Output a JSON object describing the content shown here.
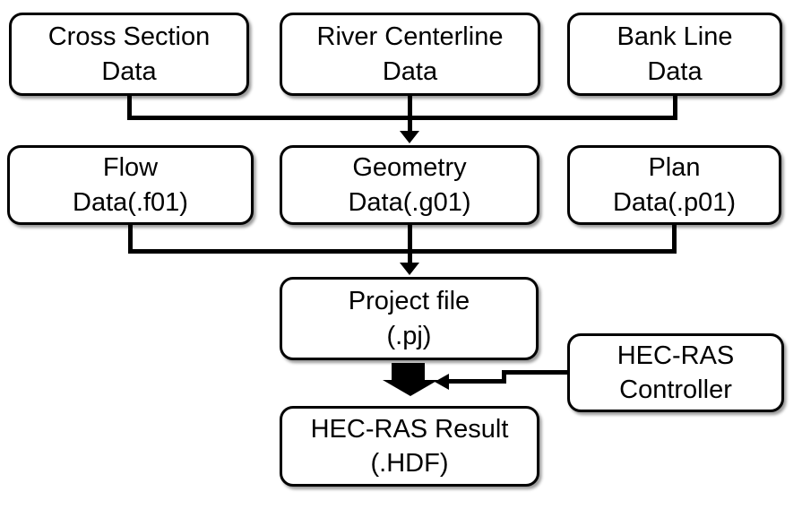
{
  "diagram": {
    "title": "HEC-RAS data flow diagram",
    "colors": {
      "background": "#ffffff",
      "node_fill": "#ffffff",
      "node_border": "#000000",
      "connector": "#000000",
      "text": "#000000"
    },
    "nodes": {
      "cross_section": {
        "line1": "Cross Section",
        "line2": "Data"
      },
      "river_centerline": {
        "line1": "River Centerline",
        "line2": "Data"
      },
      "bank_line": {
        "line1": "Bank Line",
        "line2": "Data"
      },
      "flow": {
        "line1": "Flow",
        "line2": "Data(.f01)"
      },
      "geometry": {
        "line1": "Geometry",
        "line2": "Data(.g01)"
      },
      "plan": {
        "line1": "Plan",
        "line2": "Data(.p01)"
      },
      "project": {
        "line1": "Project file",
        "line2": "(.pj)"
      },
      "controller": {
        "line1": "HEC-RAS",
        "line2": "Controller"
      },
      "result": {
        "line1": "HEC-RAS Result",
        "line2": "(.HDF)"
      }
    },
    "edges": [
      "cross_section -> geometry",
      "river_centerline -> geometry",
      "bank_line -> geometry",
      "flow -> project",
      "geometry -> project",
      "plan -> project",
      "project -> result",
      "controller -> project_result_arrow"
    ]
  }
}
